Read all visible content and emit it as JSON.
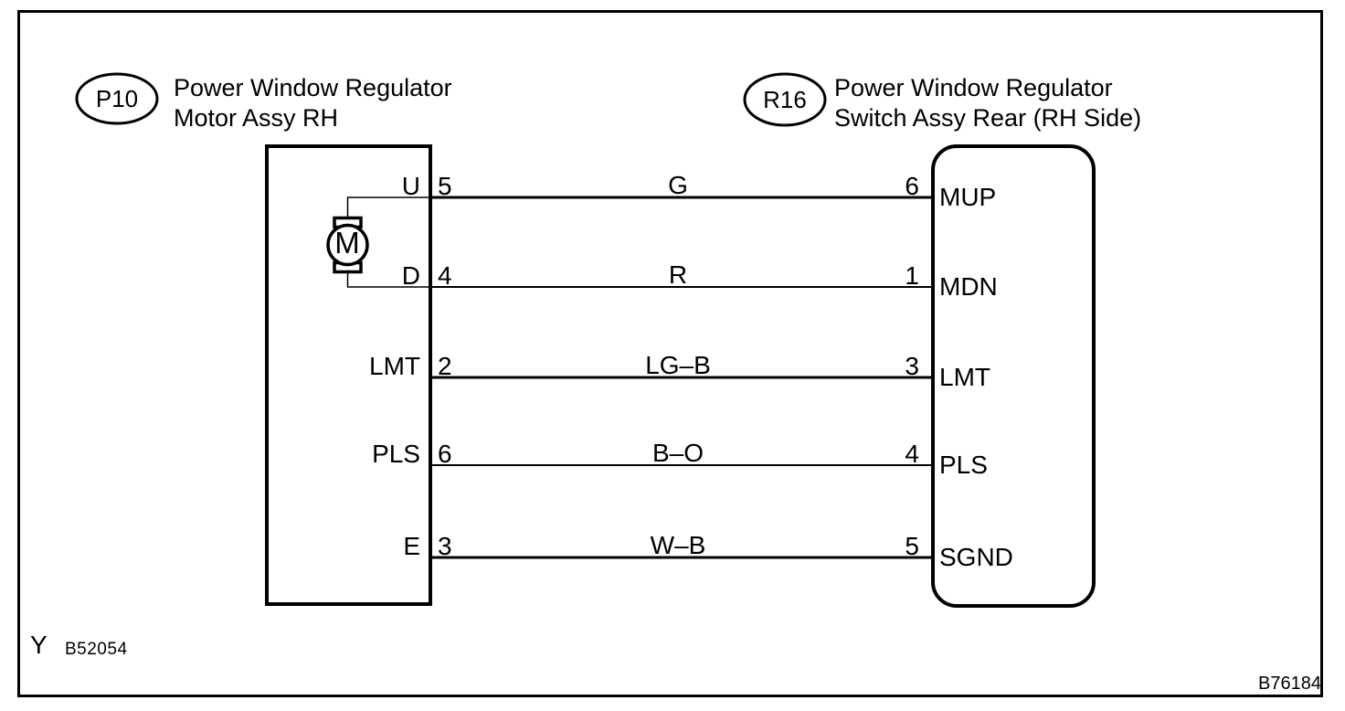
{
  "diagram": {
    "left_connector": {
      "code": "P10",
      "title_line1": "Power Window Regulator",
      "title_line2": "Motor Assy RH",
      "motor_label": "M"
    },
    "right_connector": {
      "code": "R16",
      "title_line1": "Power Window Regulator",
      "title_line2": "Switch Assy Rear (RH Side)"
    },
    "wires": [
      {
        "left_pin_label": "U",
        "left_pin_number": "5",
        "wire_color": "G",
        "right_pin_number": "6",
        "right_pin_label": "MUP"
      },
      {
        "left_pin_label": "D",
        "left_pin_number": "4",
        "wire_color": "R",
        "right_pin_number": "1",
        "right_pin_label": "MDN"
      },
      {
        "left_pin_label": "LMT",
        "left_pin_number": "2",
        "wire_color": "LG–B",
        "right_pin_number": "3",
        "right_pin_label": "LMT"
      },
      {
        "left_pin_label": "PLS",
        "left_pin_number": "6",
        "wire_color": "B–O",
        "right_pin_number": "4",
        "right_pin_label": "PLS"
      },
      {
        "left_pin_label": "E",
        "left_pin_number": "3",
        "wire_color": "W–B",
        "right_pin_number": "5",
        "right_pin_label": "SGND"
      }
    ],
    "footer": {
      "left_mark": "Y",
      "left_code": "B52054",
      "right_code": "B76184"
    },
    "colors": {
      "line": "#000000",
      "background": "#ffffff"
    }
  }
}
